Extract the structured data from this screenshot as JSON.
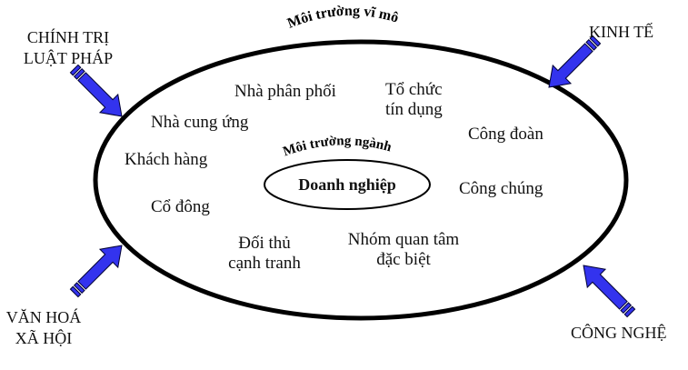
{
  "diagram": {
    "macro_title": "Môi trường vĩ mô",
    "industry_title": "Môi trường ngành",
    "core": "Doanh nghiệp",
    "forces": [
      {
        "line1": "CHÍNH TRỊ",
        "line2": "LUẬT PHÁP"
      },
      {
        "line1": "KINH TẾ",
        "line2": ""
      },
      {
        "line1": "VĂN HOÁ",
        "line2": "XÃ HỘI"
      },
      {
        "line1": "CÔNG NGHỆ",
        "line2": ""
      }
    ],
    "stakeholders": [
      {
        "line1": "Nhà phân phối",
        "line2": ""
      },
      {
        "line1": "Tổ chức",
        "line2": "tín dụng"
      },
      {
        "line1": "Nhà cung ứng",
        "line2": ""
      },
      {
        "line1": "Công đoàn",
        "line2": ""
      },
      {
        "line1": "Khách hàng",
        "line2": ""
      },
      {
        "line1": "Công chúng",
        "line2": ""
      },
      {
        "line1": "Cổ đông",
        "line2": ""
      },
      {
        "line1": "Đối thủ",
        "line2": "cạnh tranh"
      },
      {
        "line1": "Nhóm quan tâm",
        "line2": "đặc biệt"
      }
    ],
    "colors": {
      "arrow_fill": "#3333ee",
      "arrow_stroke": "#000033",
      "ellipse_stroke": "#000000"
    }
  }
}
